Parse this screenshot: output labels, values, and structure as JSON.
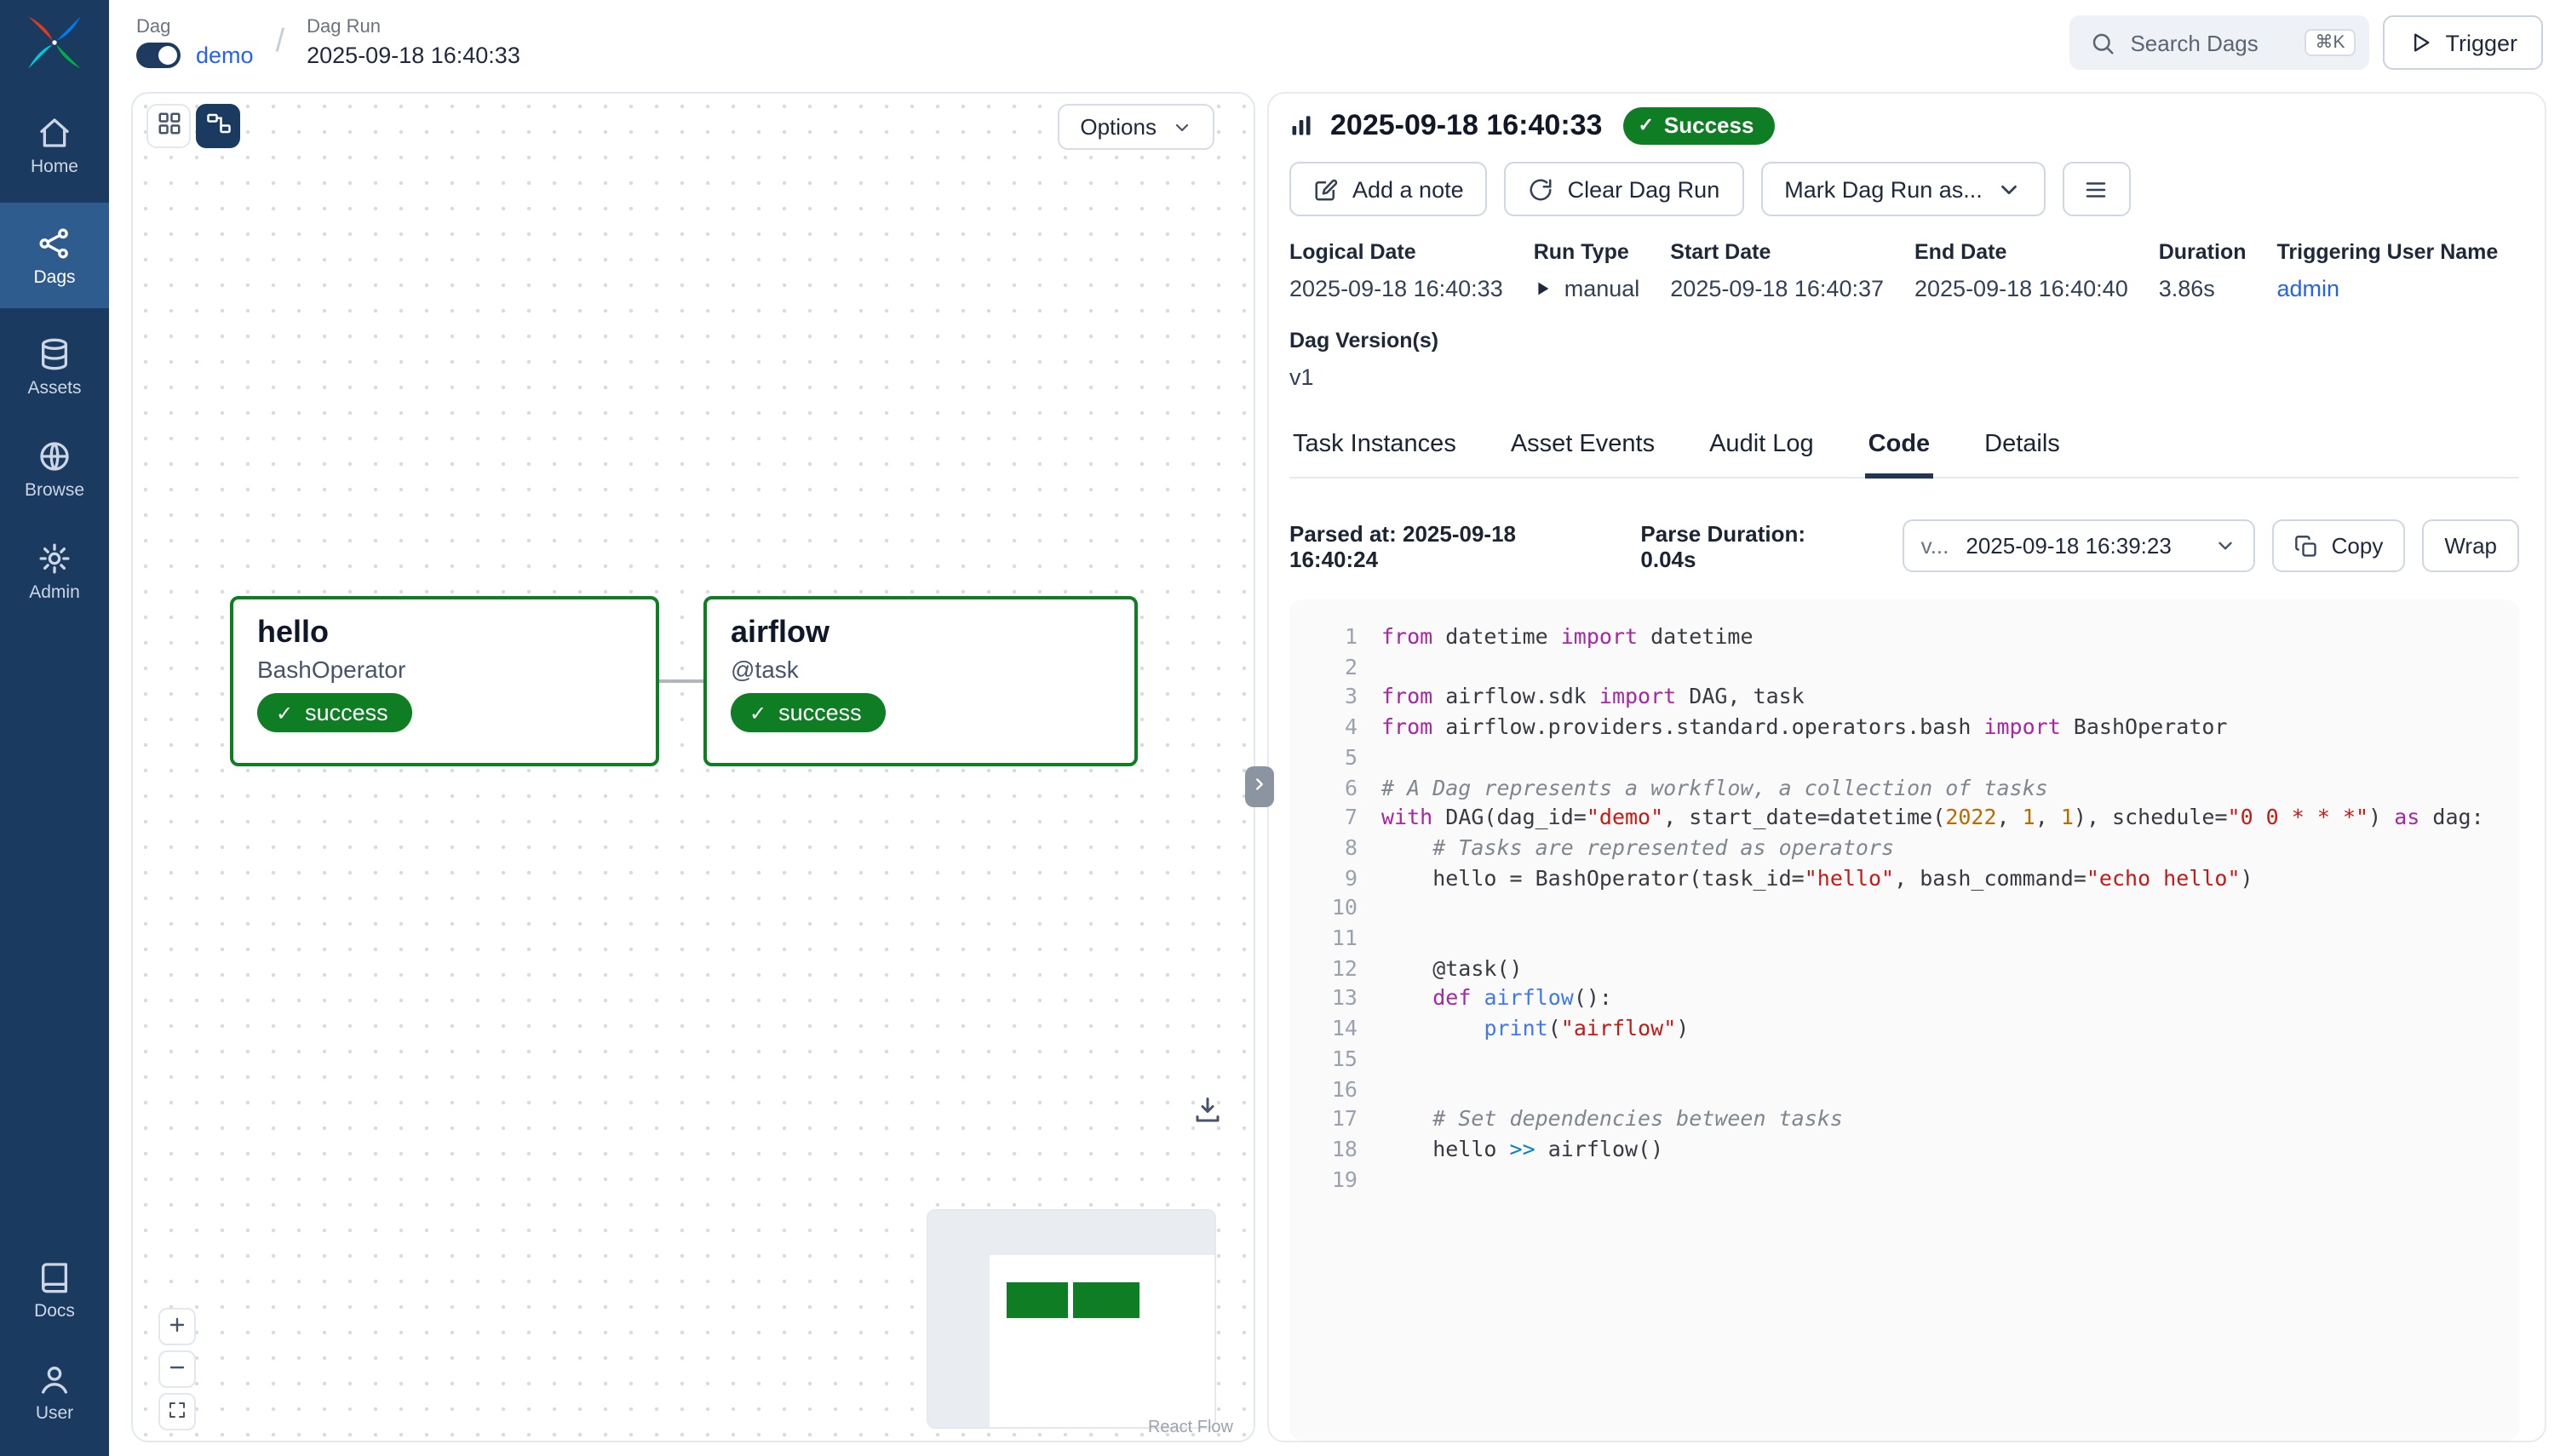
{
  "colors": {
    "sidebar_bg": "#1b3a5f",
    "sidebar_active": "#2f5c8f",
    "success_green": "#0e7d24",
    "link_blue": "#2563eb",
    "tab_underline": "#24364f"
  },
  "sidebar": {
    "items": [
      {
        "label": "Home",
        "icon": "home",
        "active": false
      },
      {
        "label": "Dags",
        "icon": "dags",
        "active": true
      },
      {
        "label": "Assets",
        "icon": "assets",
        "active": false
      },
      {
        "label": "Browse",
        "icon": "browse",
        "active": false
      },
      {
        "label": "Admin",
        "icon": "admin",
        "active": false
      }
    ],
    "bottom_items": [
      {
        "label": "Docs",
        "icon": "docs",
        "active": false
      },
      {
        "label": "User",
        "icon": "user",
        "active": false
      }
    ]
  },
  "header": {
    "dag_label": "Dag",
    "dag_name": "demo",
    "dag_run_label": "Dag Run",
    "dag_run_value": "2025-09-18 16:40:33",
    "search_label": "Search Dags",
    "search_kbd": "⌘K",
    "trigger_label": "Trigger"
  },
  "graph": {
    "options_label": "Options",
    "nodes": [
      {
        "title": "hello",
        "subtitle": "BashOperator",
        "status": "success"
      },
      {
        "title": "airflow",
        "subtitle": "@task",
        "status": "success"
      }
    ],
    "attribution": "React Flow"
  },
  "run": {
    "title": "2025-09-18 16:40:33",
    "status": "Success",
    "add_note_label": "Add a note",
    "clear_label": "Clear Dag Run",
    "mark_as_label": "Mark Dag Run as...",
    "fields": [
      {
        "label": "Logical Date",
        "value": "2025-09-18 16:40:33",
        "type": "text"
      },
      {
        "label": "Run Type",
        "value": "manual",
        "type": "run-type"
      },
      {
        "label": "Start Date",
        "value": "2025-09-18 16:40:37",
        "type": "text"
      },
      {
        "label": "End Date",
        "value": "2025-09-18 16:40:40",
        "type": "text"
      },
      {
        "label": "Duration",
        "value": "3.86s",
        "type": "text"
      },
      {
        "label": "Triggering User Name",
        "value": "admin",
        "type": "link"
      }
    ],
    "version_label": "Dag Version(s)",
    "version_value": "v1",
    "tabs": [
      {
        "label": "Task Instances",
        "active": false
      },
      {
        "label": "Asset Events",
        "active": false
      },
      {
        "label": "Audit Log",
        "active": false
      },
      {
        "label": "Code",
        "active": true
      },
      {
        "label": "Details",
        "active": false
      }
    ]
  },
  "code": {
    "parsed_at_label": "Parsed at:",
    "parsed_at_value": "2025-09-18 16:40:24",
    "parse_duration_label": "Parse Duration:",
    "parse_duration_value": "0.04s",
    "version_prefix": "v...",
    "version_date": "2025-09-18 16:39:23",
    "copy_label": "Copy",
    "wrap_label": "Wrap",
    "lines": [
      [
        [
          "k",
          "from"
        ],
        [
          "p",
          " datetime "
        ],
        [
          "k",
          "import"
        ],
        [
          "p",
          " datetime"
        ]
      ],
      [],
      [
        [
          "k",
          "from"
        ],
        [
          "p",
          " airflow.sdk "
        ],
        [
          "k",
          "import"
        ],
        [
          "p",
          " DAG, task"
        ]
      ],
      [
        [
          "k",
          "from"
        ],
        [
          "p",
          " airflow.providers.standard.operators.bash "
        ],
        [
          "k",
          "import"
        ],
        [
          "p",
          " BashOperator"
        ]
      ],
      [],
      [
        [
          "c",
          "# A Dag represents a workflow, a collection of tasks"
        ]
      ],
      [
        [
          "k",
          "with"
        ],
        [
          "p",
          " DAG(dag_id="
        ],
        [
          "s",
          "\"demo\""
        ],
        [
          "p",
          ", start_date=datetime("
        ],
        [
          "n",
          "2022"
        ],
        [
          "p",
          ", "
        ],
        [
          "n",
          "1"
        ],
        [
          "p",
          ", "
        ],
        [
          "n",
          "1"
        ],
        [
          "p",
          "), schedule="
        ],
        [
          "s",
          "\"0 0 * * *\""
        ],
        [
          "p",
          ") "
        ],
        [
          "k",
          "as"
        ],
        [
          "p",
          " dag:"
        ]
      ],
      [
        [
          "c",
          "    # Tasks are represented as operators"
        ]
      ],
      [
        [
          "p",
          "    hello = BashOperator(task_id="
        ],
        [
          "s",
          "\"hello\""
        ],
        [
          "p",
          ", bash_command="
        ],
        [
          "s",
          "\"echo hello\""
        ],
        [
          "p",
          ")"
        ]
      ],
      [],
      [],
      [
        [
          "p",
          "    @task()"
        ]
      ],
      [
        [
          "p",
          "    "
        ],
        [
          "k",
          "def"
        ],
        [
          "p",
          " "
        ],
        [
          "f",
          "airflow"
        ],
        [
          "p",
          "():"
        ]
      ],
      [
        [
          "p",
          "        "
        ],
        [
          "f",
          "print"
        ],
        [
          "p",
          "("
        ],
        [
          "s",
          "\"airflow\""
        ],
        [
          "p",
          ")"
        ]
      ],
      [],
      [],
      [
        [
          "c",
          "    # Set dependencies between tasks"
        ]
      ],
      [
        [
          "p",
          "    hello "
        ],
        [
          "o",
          ">>"
        ],
        [
          "p",
          " airflow()"
        ]
      ],
      []
    ]
  }
}
